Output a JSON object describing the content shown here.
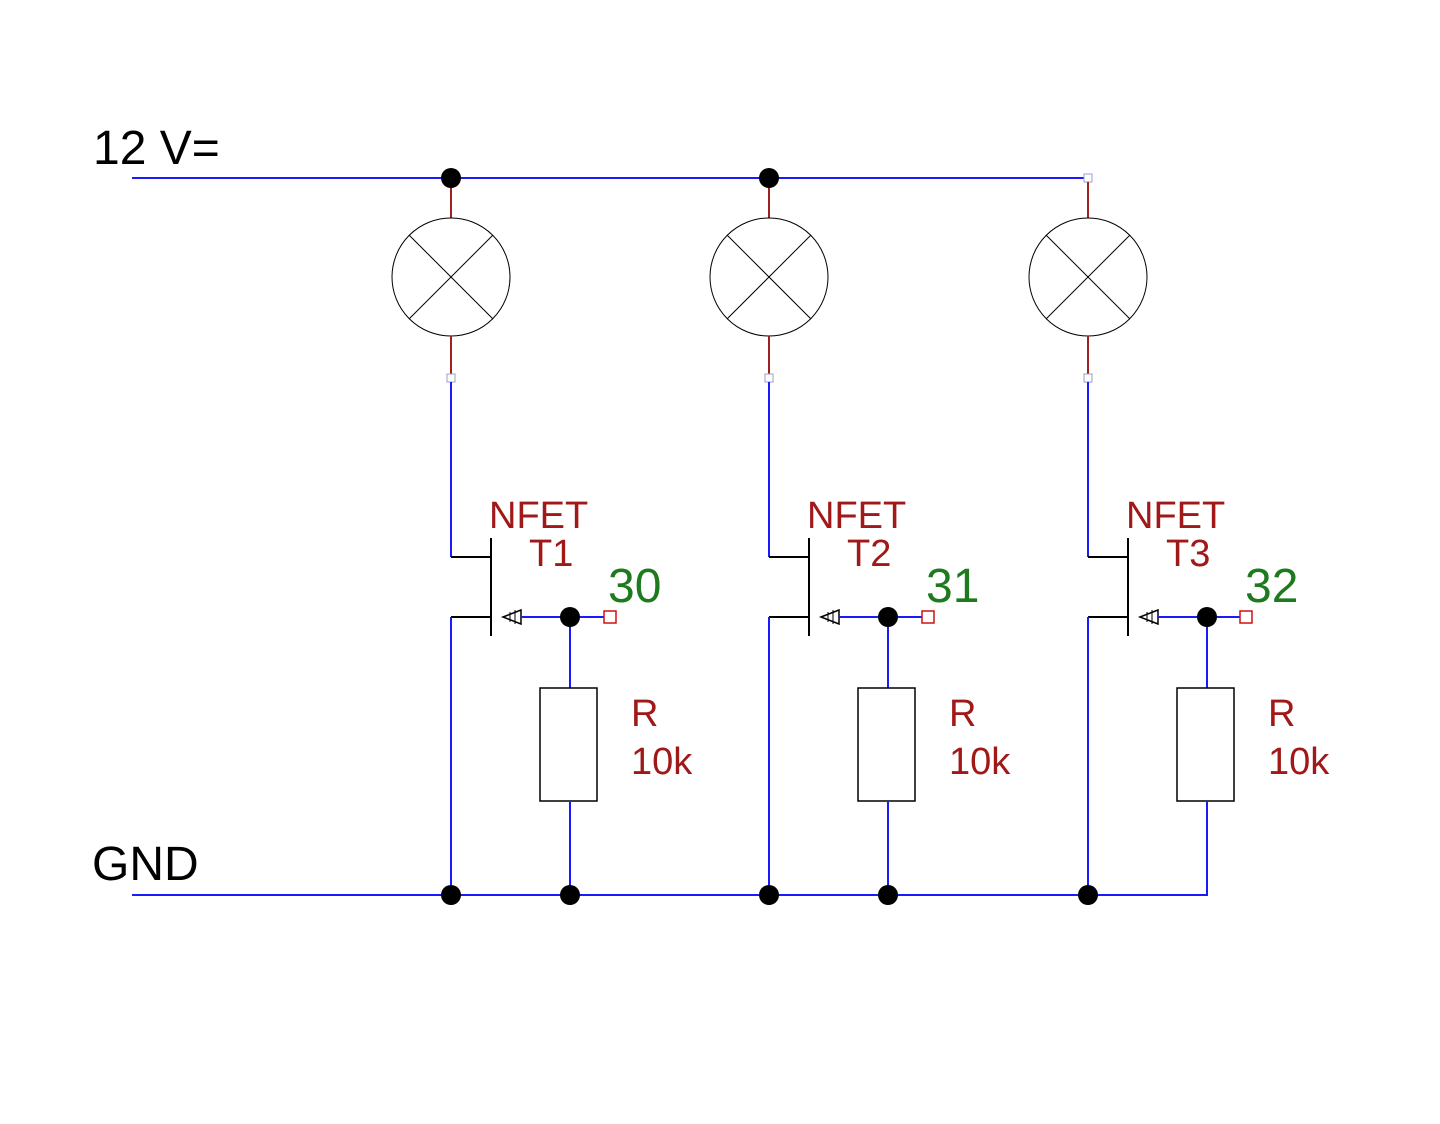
{
  "nets": {
    "supply_label": "12 V=",
    "ground_label": "GND"
  },
  "stages": [
    {
      "transistor": {
        "type": "NFET",
        "ref": "T1"
      },
      "input_port": "30",
      "resistor": {
        "ref": "R",
        "value": "10k"
      }
    },
    {
      "transistor": {
        "type": "NFET",
        "ref": "T2"
      },
      "input_port": "31",
      "resistor": {
        "ref": "R",
        "value": "10k"
      }
    },
    {
      "transistor": {
        "type": "NFET",
        "ref": "T3"
      },
      "input_port": "32",
      "resistor": {
        "ref": "R",
        "value": "10k"
      }
    }
  ],
  "colors": {
    "wire": "#1a1aff",
    "lead": "#a02020",
    "part_label": "#a01818",
    "port_label": "#1e7a1e"
  }
}
